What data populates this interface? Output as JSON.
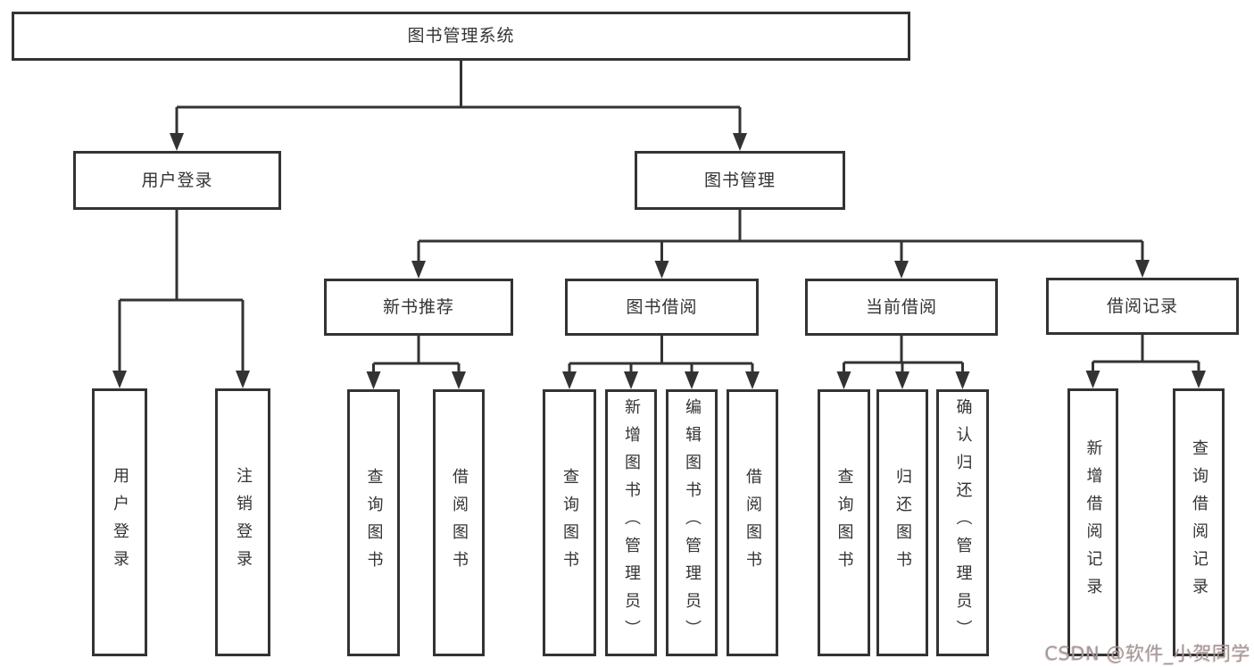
{
  "diagram": {
    "root": {
      "label": "图书管理系统"
    },
    "user_login": {
      "label": "用户登录",
      "children": [
        {
          "label": "用户登录"
        },
        {
          "label": "注销登录"
        }
      ]
    },
    "book_management": {
      "label": "图书管理",
      "children": [
        {
          "label": "新书推荐",
          "children": [
            {
              "label": "查询图书"
            },
            {
              "label": "借阅图书"
            }
          ]
        },
        {
          "label": "图书借阅",
          "children": [
            {
              "label": "查询图书"
            },
            {
              "label": "新增图书（管理员）"
            },
            {
              "label": "编辑图书（管理员）"
            },
            {
              "label": "借阅图书"
            }
          ]
        },
        {
          "label": "当前借阅",
          "children": [
            {
              "label": "查询图书"
            },
            {
              "label": "归还图书"
            },
            {
              "label": "确认归还（管理员）"
            }
          ]
        },
        {
          "label": "借阅记录",
          "children": [
            {
              "label": "新增借阅记录"
            },
            {
              "label": "查询借阅记录"
            }
          ]
        }
      ]
    },
    "colors": {
      "line": "#333333",
      "box_border": "#333333",
      "text": "#333333",
      "background": "#ffffff",
      "watermark": "#9c9c9c"
    },
    "watermark": "CSDN @软件_小贺同学"
  }
}
